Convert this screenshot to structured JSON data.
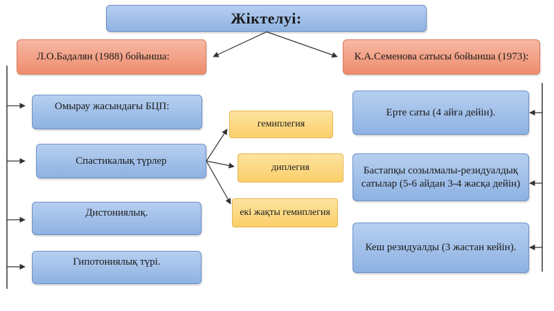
{
  "title": "Жіктелуі:",
  "left_column": {
    "header": "Л.О.Бадалян (1988) бойынша:",
    "items": [
      "Омырау жасындағы БЦП:",
      "Спастикалық түрлер",
      "Дистониялық.",
      "Гипотониялық түрі."
    ]
  },
  "spastic_types": [
    "гемиплегия",
    "диплегия",
    "екі жақты гемиплегия"
  ],
  "right_column": {
    "header": "К.А.Семенова сатысы бойынша (1973):",
    "items": [
      "Ерте саты (4 айға дейін).",
      "Бастапқы созылмалы-резидуалдық сатылар (5-6 айдан 3-4 жасқа дейін)",
      "Кеш резидуалды (3 жастан кейін)."
    ]
  },
  "colors": {
    "blue_box": "#8eb2e2",
    "salmon_box": "#ee8c6c",
    "yellow_box": "#fbcf6a"
  }
}
